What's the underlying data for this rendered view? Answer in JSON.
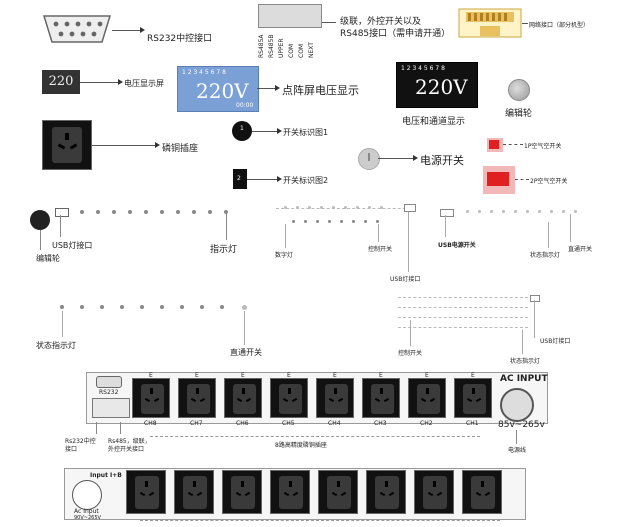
{
  "labels": {
    "rs232_port": "RS232中控接口",
    "cascade_line1": "级联，外控开关以及",
    "cascade_line2": "RS485接口（需申请开通）",
    "network_port": "网络接口（部分机型）",
    "voltage_display": "电压显示屏",
    "dot_matrix_voltage": "点阵屏电压显示",
    "voltage_channel": "电压和通道显示",
    "encoder_wheel": "编辑轮",
    "socket": "磷铜插座",
    "switch_icon1": "开关标识图1",
    "switch_icon2": "开关标识图2",
    "power_switch": "电源开关",
    "breaker_1p": "1P空气空开关",
    "breaker_2p": "2P空气空开关",
    "usb_light_port": "USB灯接口",
    "indicator_light": "指示灯",
    "encoder_wheel2": "编辑轮",
    "digital_light": "数字灯",
    "control_switch": "控制开关",
    "usb_light_port2": "USB灯接口",
    "usb_power_switch": "USB电源开关",
    "status_indicator": "状态指示灯",
    "direct_switch": "直通开关",
    "status_indicator2": "状态指示灯",
    "direct_switch2": "直通开关",
    "control_switch2": "控制开关",
    "usb_light_port3": "USB灯接口",
    "status_indicator3": "状态指示灯",
    "rs232_ctrl": "Rs232中控",
    "rs232_ctrl2": "接口",
    "rs485_line1": "Rs485，级联，",
    "rs485_line2": "外控开关接口",
    "eight_channel": "8路高精度磷铜插座",
    "power_cord": "电源线",
    "ac_input": "AC INPUT",
    "ac_range": "85v~265v",
    "rs232_tag": "RS232",
    "input_label": "Input I+B",
    "ac_input_small": "Ac Input",
    "ac_input_small2": "90V~265V",
    "lcd_small_value": "220",
    "lcd_big_value": "220V",
    "lcd_big_value2": "220V",
    "lcd_scale": "1 2 3 4 5 6 7 8",
    "lcd_sub": "00:00",
    "terminal_pins": [
      "RS485A",
      "RS485B",
      "UPPER",
      "COM",
      "COM",
      "NEXT"
    ],
    "earth": "E",
    "channels": [
      "CH8",
      "CH7",
      "CH6",
      "CH5",
      "CH4",
      "CH3",
      "CH2",
      "CH1"
    ],
    "mark_1": "1",
    "mark_2": "2"
  },
  "colors": {
    "lcd_blue": "#7aa0d6",
    "breaker_red": "#e02020",
    "breaker_pink": "#f2b8b8"
  }
}
